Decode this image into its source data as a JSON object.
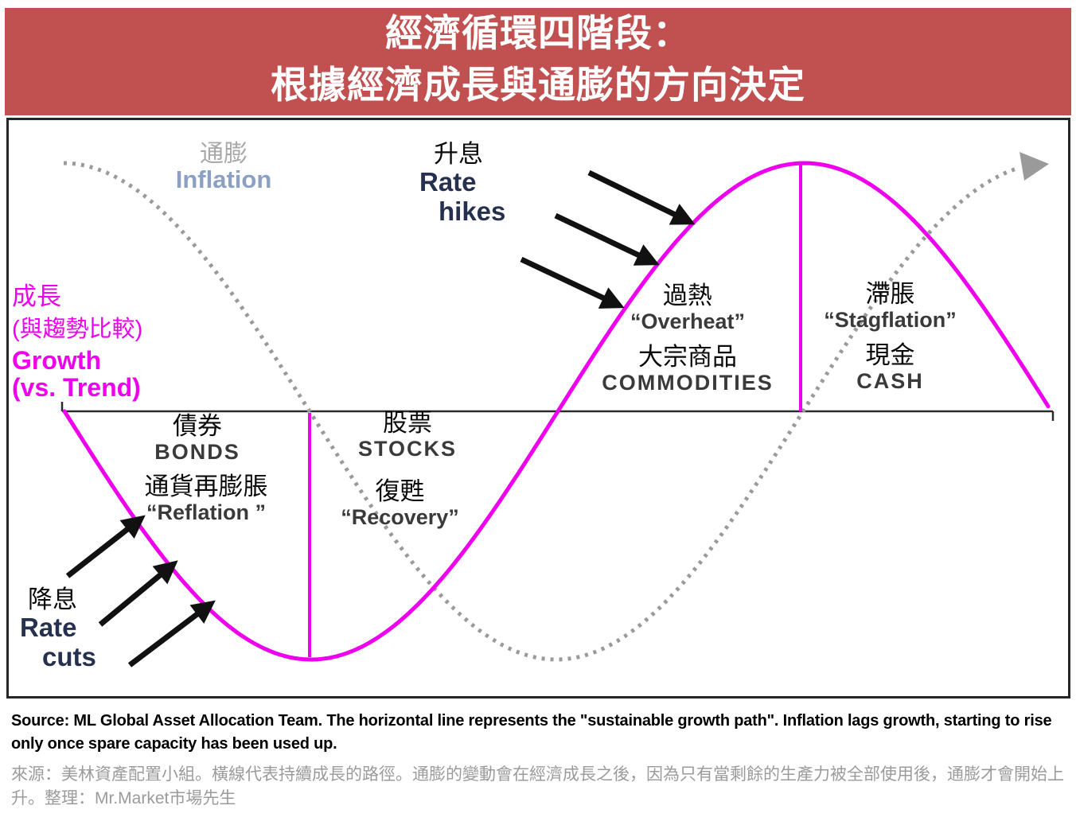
{
  "banner": {
    "line1": "經濟循環四階段：",
    "line2": "根據經濟成長與通膨的方向決定"
  },
  "chart": {
    "inflation": {
      "zh": "通膨",
      "en": "Inflation"
    },
    "growth": {
      "zh1": "成長",
      "zh2": "(與趨勢比較)",
      "en1": "Growth",
      "en2": "(vs. Trend)"
    },
    "rate_hikes": {
      "zh": "升息",
      "en1": "Rate",
      "en2": "hikes"
    },
    "rate_cuts": {
      "zh": "降息",
      "en1": "Rate",
      "en2": "cuts"
    },
    "stages": {
      "reflation": {
        "asset_zh": "債券",
        "asset_en": "BONDS",
        "stage_zh": "通貨再膨脹",
        "stage_en": "“Reflation ”"
      },
      "recovery": {
        "asset_zh": "股票",
        "asset_en": "STOCKS",
        "stage_zh": "復甦",
        "stage_en": "“Recovery”"
      },
      "overheat": {
        "stage_zh": "過熱",
        "stage_en": "“Overheat”",
        "asset_zh": "大宗商品",
        "asset_en": "COMMODITIES"
      },
      "stagflation": {
        "stage_zh": "滯脹",
        "stage_en": "“Stagflation”",
        "asset_zh": "現金",
        "asset_en": "CASH"
      }
    },
    "colors": {
      "banner_bg": "#C05150",
      "growth_line": "#EE00EE",
      "inflation_line": "#9A9A9A",
      "arrow": "#111111",
      "axis": "#2B2B2B"
    }
  },
  "footer": {
    "source_en": "Source: ML Global Asset Allocation Team. The horizontal line represents the \"sustainable growth path\". Inflation lags growth, starting to rise only once spare capacity has been used up.",
    "source_zh": "來源：美林資產配置小組。橫線代表持續成長的路徑。通膨的變動會在經濟成長之後，因為只有當剩餘的生產力被全部使用後，通膨才會開始上升。整理：Mr.Market市場先生"
  }
}
